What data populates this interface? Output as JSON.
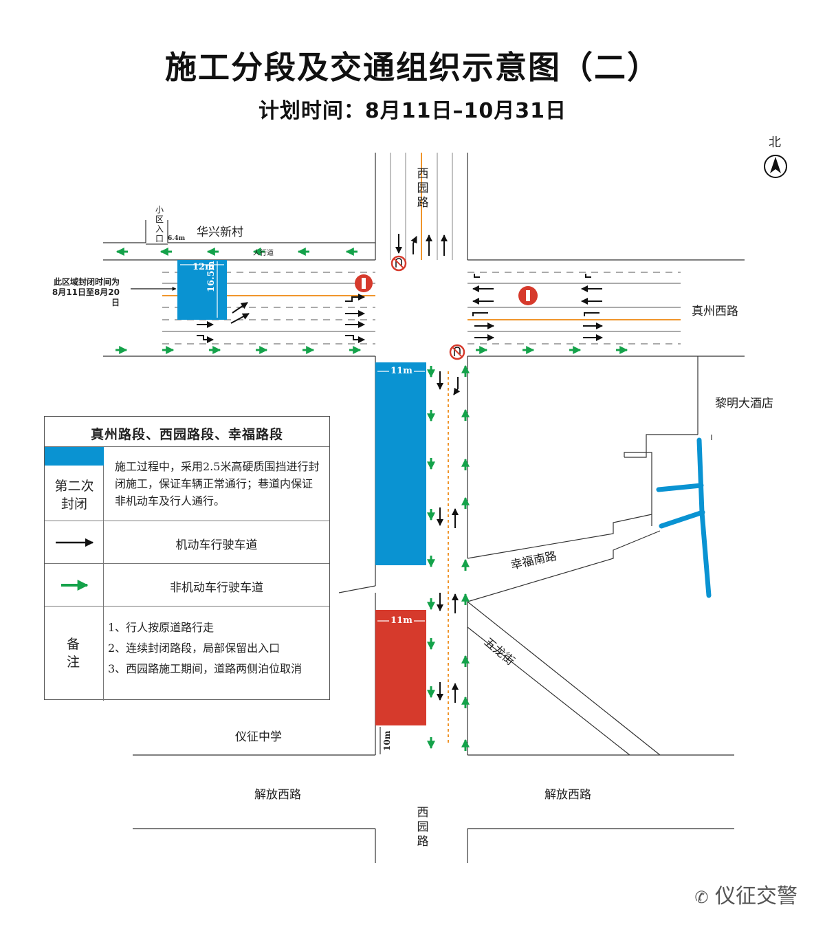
{
  "title": "施工分段及交通组织示意图（二）",
  "subtitle": "计划时间：8月11日–10月31日",
  "north": "北",
  "roads": {
    "xiyuan_top": "西园路",
    "xiyuan_bottom": "西园路",
    "zhenzhou_west": "真州西路",
    "jiefang_west_left": "解放西路",
    "jiefang_west_right": "解放西路",
    "xingfu_south": "幸福南路",
    "wulong": "五龙街"
  },
  "places": {
    "huaxing": "华兴新村",
    "community_entrance": "小区入口",
    "sidewalk": "人行道",
    "liming_hotel": "黎明大酒店",
    "yizheng_school": "仪征中学"
  },
  "dimensions": {
    "gap": "6.4m",
    "zone1_width": "12m",
    "zone1_length": "16.5m",
    "zone2_width": "11m",
    "zone3_width": "11m",
    "zone3_gap": "10m"
  },
  "closure_note": {
    "line1": "此区域封闭时间为",
    "line2": "8月11日至8月20日"
  },
  "legend": {
    "header": "真州路段、西园路段、幸福路段",
    "closure_label": "第二次封闭",
    "closure_desc": "施工过程中，采用2.5米高硬质围挡进行封闭施工，保证车辆正常通行；巷道内保证非机动车及行人通行。",
    "motor_lane": "机动车行驶车道",
    "nonmotor_lane": "非机动车行驶车道",
    "remarks_label": "备注",
    "remarks": [
      "1、行人按原道路行走",
      "2、连续封闭路段，局部保留出入口",
      "3、西园路施工期间，道路两侧泊位取消"
    ]
  },
  "colors": {
    "closure_blue": "#0a93d2",
    "closure_red": "#d63a2c",
    "nonmotor_green": "#14a24a",
    "median_orange": "#f0952b"
  },
  "watermark": "仪征交警"
}
